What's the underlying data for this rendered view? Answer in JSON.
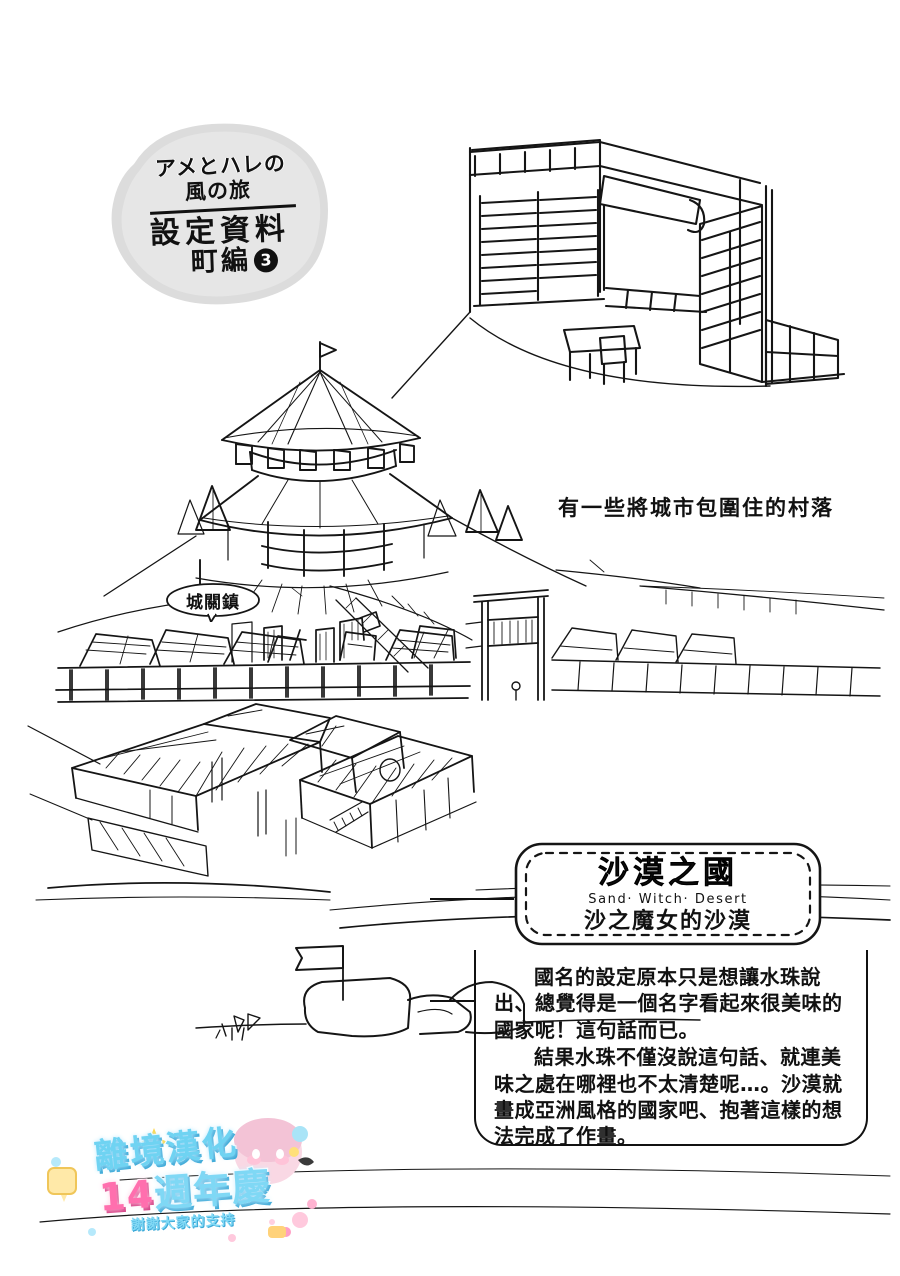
{
  "page": {
    "background_color": "#ffffff",
    "ink_color": "#111111",
    "badge_color": "#dcdcdc"
  },
  "title_badge": {
    "series_line1": "アメとハレの",
    "series_line2": "風の旅",
    "heading": "設定資料",
    "subheading": "町編",
    "volume_number": "3"
  },
  "annotations": {
    "villages_note": "有一些將城市包圍住的村落",
    "castle_town_bubble": "城關鎮"
  },
  "nameplate": {
    "title": "沙漠之國",
    "latin": "Sand· Witch· Desert",
    "subtitle": "沙之魔女的沙漠"
  },
  "commentary": {
    "paragraph1": "國名的設定原本只是想讓水珠說出、總覺得是一個名字看起來很美味的國家呢！這句話而已。",
    "paragraph2": "結果水珠不僅沒說這句話、就連美味之處在哪裡也不太清楚呢…。沙漠就畫成亞洲風格的國家吧、抱著這樣的想法完成了作畫。"
  },
  "watermark": {
    "line1": "離境漢化",
    "line2_number": "14",
    "line2_rest": "週年慶",
    "line3": "謝謝大家的支持",
    "accent_cyan": "#7fd8f5",
    "accent_pink": "#ff6fae"
  },
  "artwork": {
    "shop_interior": "storefront-shelving-sketch",
    "pagoda_tower": "two-tier-pagoda-with-flag",
    "walled_town": "city-wall-with-rooftops",
    "gate": "town-gate-archway",
    "houses": "tiled-roof-houses",
    "desert": "dunes-rocks-signpost"
  }
}
